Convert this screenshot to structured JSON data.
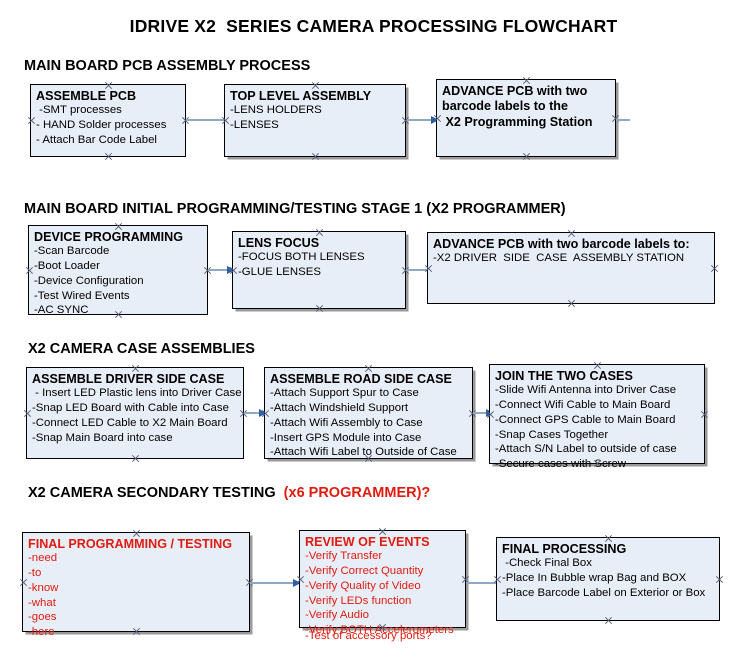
{
  "document": {
    "title": "IDRIVE X2  SERIES CAMERA PROCESSING FLOWCHART",
    "accent_color": "#e01b10",
    "box_fill": "#e8eef7",
    "arrow_color": "#8fa8c4",
    "arrowhead_color": "#2f5fa8"
  },
  "sections": [
    {
      "heading": "MAIN BOARD PCB ASSEMBLY PROCESS",
      "heading_accent": "",
      "nodes": [
        {
          "title": "ASSEMBLE PCB",
          "lines": [
            " -SMT processes",
            "- HAND Solder processes",
            "- Attach Bar Code Label"
          ]
        },
        {
          "title": "TOP LEVEL ASSEMBLY",
          "lines": [
            "-LENS HOLDERS",
            "-LENSES"
          ]
        },
        {
          "title": "ADVANCE PCB with two",
          "title_line2": "barcode labels to the",
          "title_line3": " X2 Programming Station",
          "lines": []
        }
      ]
    },
    {
      "heading": "MAIN BOARD INITIAL PROGRAMMING/TESTING STAGE 1 (X2 PROGRAMMER)",
      "heading_accent": "",
      "nodes": [
        {
          "title": "DEVICE PROGRAMMING",
          "lines": [
            "-Scan Barcode",
            "-Boot Loader",
            "-Device Configuration",
            "-Test Wired Events",
            "-AC SYNC"
          ]
        },
        {
          "title": "LENS FOCUS",
          "lines": [
            "-FOCUS BOTH LENSES",
            "-GLUE LENSES"
          ]
        },
        {
          "title": "ADVANCE PCB with two barcode labels to:",
          "lines": [
            "-X2 DRIVER  SIDE  CASE  ASSEMBLY STATION"
          ]
        }
      ]
    },
    {
      "heading": "X2 CAMERA CASE ASSEMBLIES",
      "heading_accent": "",
      "nodes": [
        {
          "title": "ASSEMBLE DRIVER SIDE CASE",
          "lines": [
            " - Insert LED Plastic lens into Driver Case",
            "-Snap LED Board with Cable into Case",
            "-Connect LED Cable to X2 Main Board",
            "-Snap Main Board into case"
          ]
        },
        {
          "title": "ASSEMBLE ROAD SIDE CASE",
          "lines": [
            "-Attach Support Spur to Case",
            "-Attach Windshield Support",
            "-Attach Wifi Assembly to Case",
            "-Insert GPS Module into Case",
            "-Attach Wifi Label to Outside of Case"
          ]
        },
        {
          "title": "JOIN THE TWO CASES",
          "lines": [
            "-Slide Wifi Antenna into Driver Case",
            "-Connect Wifi Cable to Main Board",
            "-Connect GPS Cable to Main Board",
            "-Snap Cases Together",
            "-Attach S/N Label to outside of case",
            "-Secure cases with Screw"
          ]
        }
      ]
    },
    {
      "heading": "X2 CAMERA SECONDARY TESTING  ",
      "heading_accent": "(x6 PROGRAMMER)?",
      "nodes": [
        {
          "title": "FINAL PROGRAMMING / TESTING",
          "lines": [
            "-need",
            "-to",
            "-know",
            "-what",
            "-goes",
            "-here"
          ]
        },
        {
          "title": "REVIEW OF EVENTS",
          "lines": [
            "-Verify Transfer",
            "-Verify Correct Quantity",
            "-Verify Quality of Video",
            "-Verify LEDs function",
            "-Verify Audio",
            "-Verify BOTH Accelerometers"
          ],
          "overflow_line": "-Test of accessory ports?"
        },
        {
          "title": "FINAL PROCESSING",
          "lines": [
            " -Check Final Box",
            "-Place In Bubble wrap Bag and BOX",
            "-Place Barcode Label on Exterior or Box"
          ]
        }
      ]
    }
  ]
}
